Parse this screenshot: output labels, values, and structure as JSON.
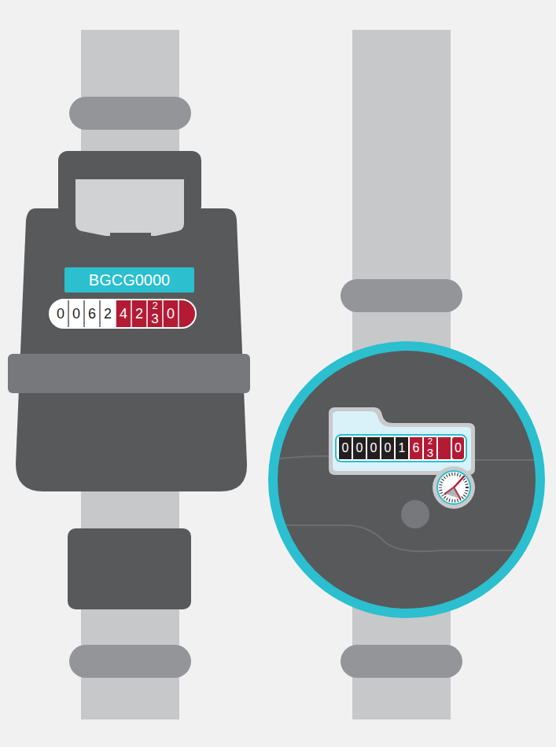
{
  "diagram": {
    "nodes": [
      {
        "text": [
          "BGCG0000"
        ]
      }
    ],
    "labels": [
      "0",
      "0",
      "6",
      "2",
      "4",
      "2",
      "2",
      "3",
      "0",
      "0",
      "0",
      "0",
      "0",
      "1",
      "6",
      "2",
      "3",
      "0"
    ]
  }
}
